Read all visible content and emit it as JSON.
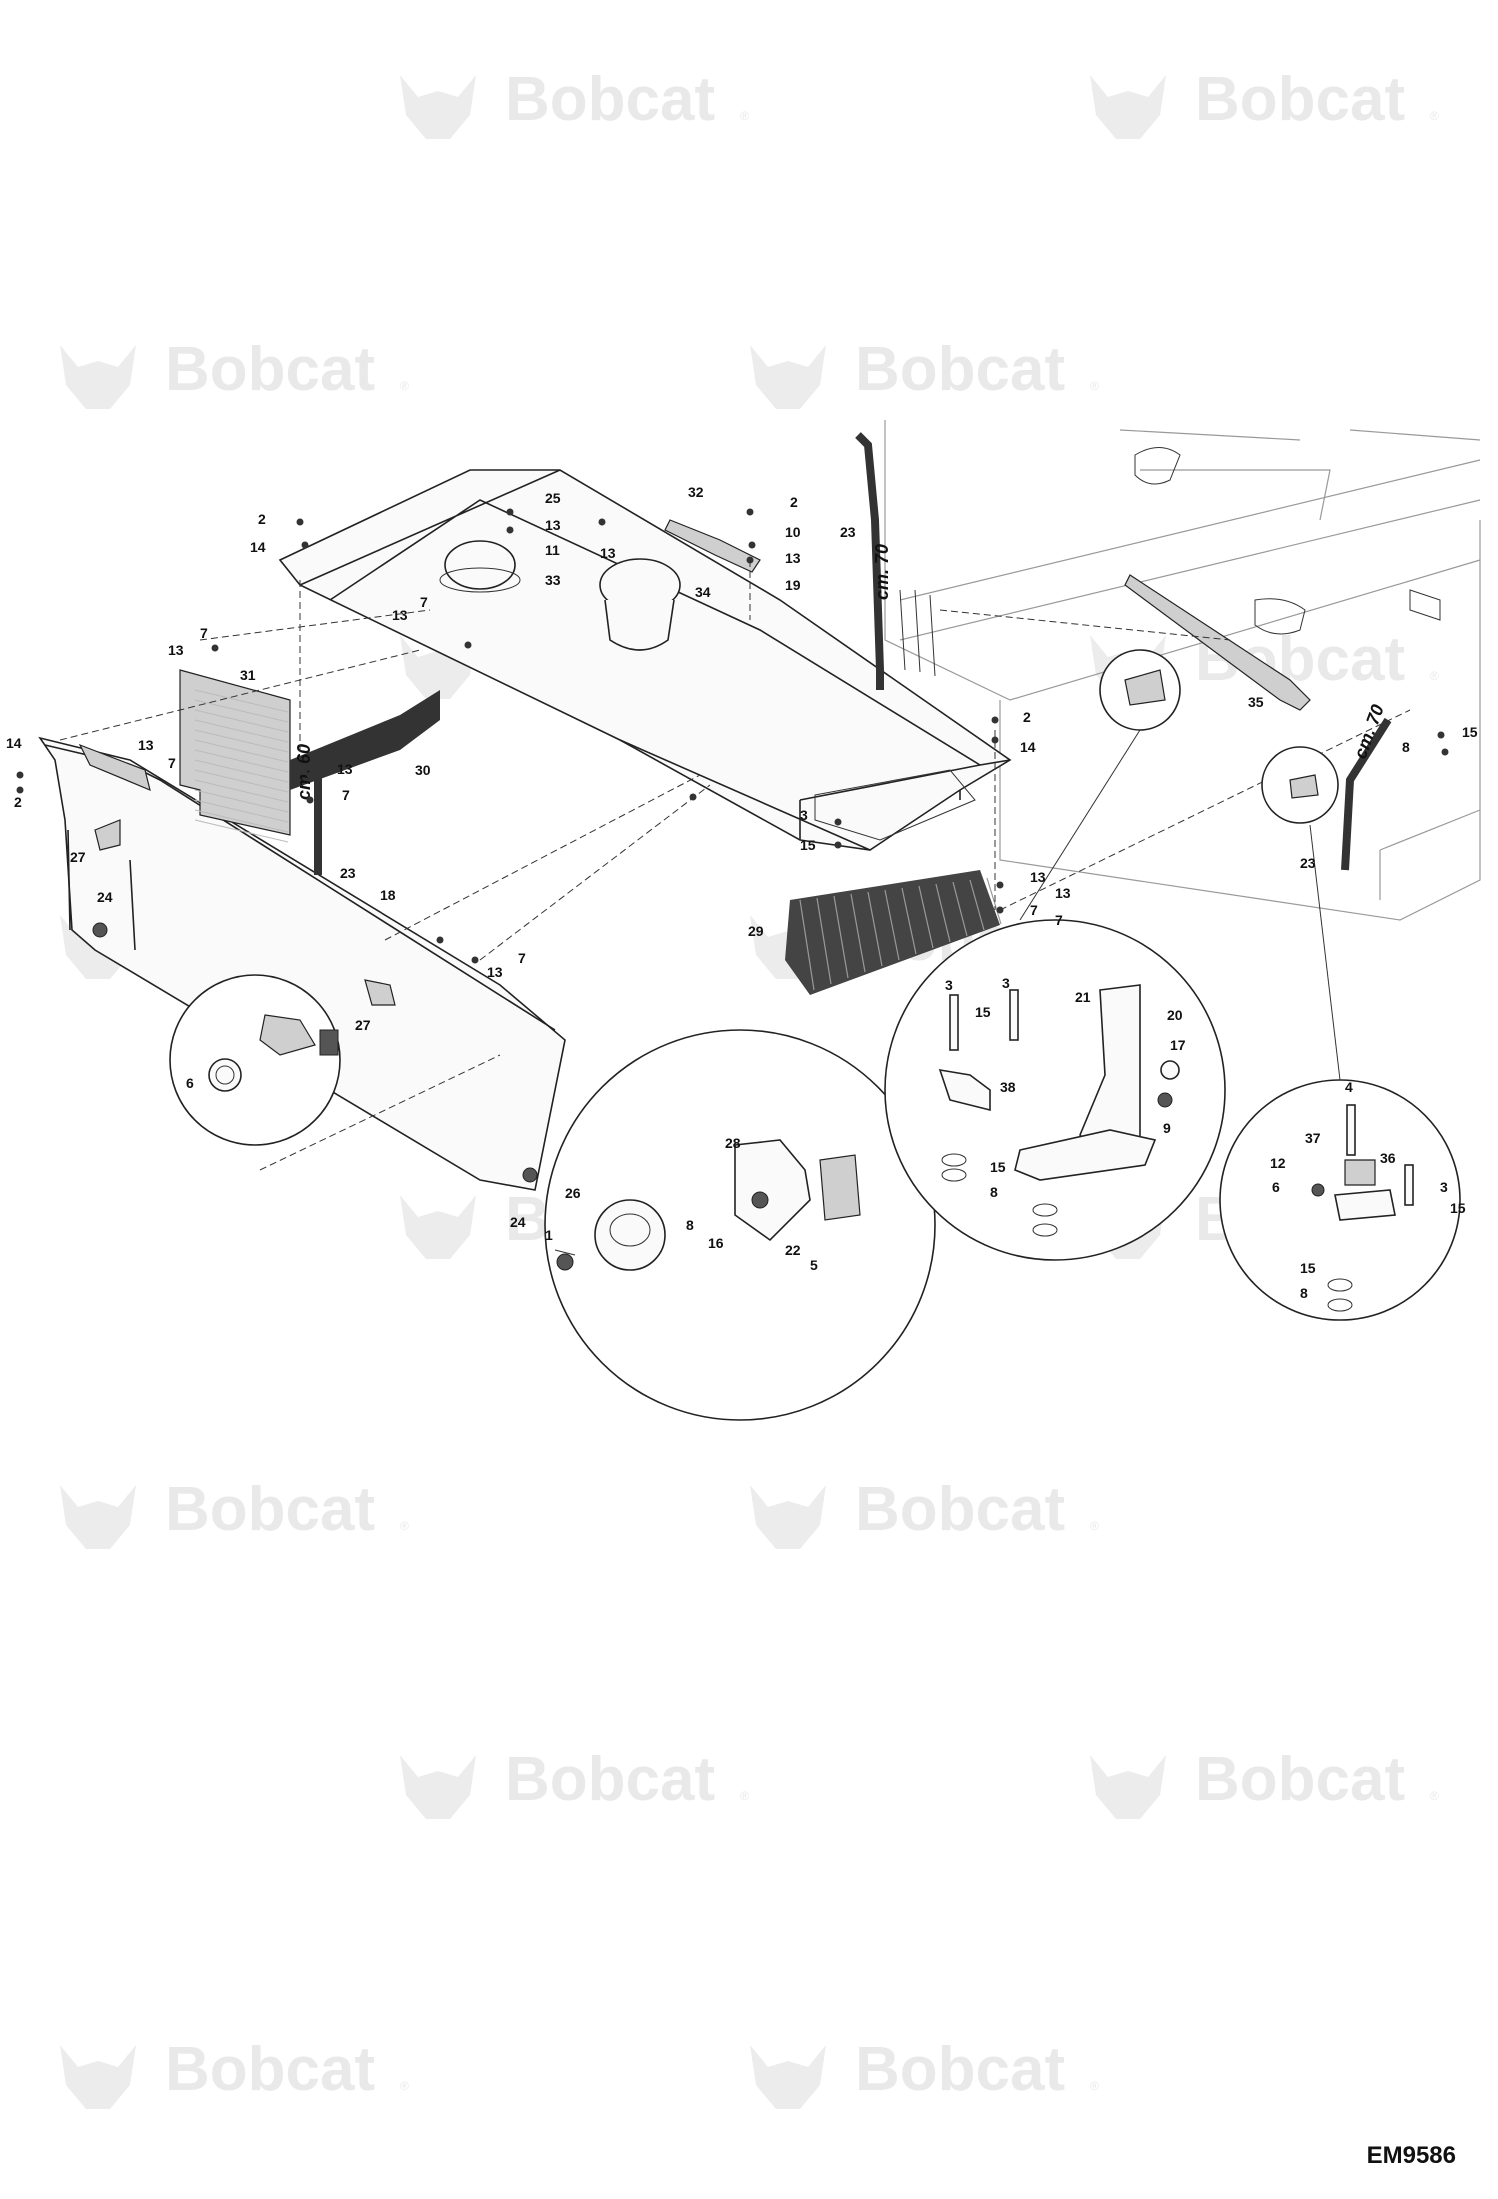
{
  "watermark": {
    "brand_text": "Bobcat",
    "reg_mark": "®"
  },
  "diagram": {
    "code": "EM9586",
    "rod_labels": {
      "left": "cm. 60",
      "top_right": "cm. 70",
      "mid_right": "cm. 70"
    },
    "callouts": [
      {
        "id": "c1",
        "text": "2"
      },
      {
        "id": "c2",
        "text": "14"
      },
      {
        "id": "c3",
        "text": "25"
      },
      {
        "id": "c4",
        "text": "13"
      },
      {
        "id": "c5",
        "text": "11"
      },
      {
        "id": "c6",
        "text": "13"
      },
      {
        "id": "c7",
        "text": "33"
      },
      {
        "id": "c8",
        "text": "32"
      },
      {
        "id": "c9",
        "text": "2"
      },
      {
        "id": "c10",
        "text": "10"
      },
      {
        "id": "c11",
        "text": "13"
      },
      {
        "id": "c12",
        "text": "34"
      },
      {
        "id": "c13",
        "text": "19"
      },
      {
        "id": "c14",
        "text": "23"
      },
      {
        "id": "c15",
        "text": "13"
      },
      {
        "id": "c16",
        "text": "7"
      },
      {
        "id": "c17",
        "text": "13"
      },
      {
        "id": "c18",
        "text": "7"
      },
      {
        "id": "c19",
        "text": "31"
      },
      {
        "id": "c20",
        "text": "30"
      },
      {
        "id": "c21",
        "text": "13"
      },
      {
        "id": "c22",
        "text": "7"
      },
      {
        "id": "c23",
        "text": "14"
      },
      {
        "id": "c24",
        "text": "2"
      },
      {
        "id": "c25",
        "text": "13"
      },
      {
        "id": "c26",
        "text": "7"
      },
      {
        "id": "c27",
        "text": "27"
      },
      {
        "id": "c28",
        "text": "23"
      },
      {
        "id": "c29",
        "text": "24"
      },
      {
        "id": "c30",
        "text": "18"
      },
      {
        "id": "c31",
        "text": "7"
      },
      {
        "id": "c32",
        "text": "13"
      },
      {
        "id": "c33",
        "text": "27"
      },
      {
        "id": "c34",
        "text": "6"
      },
      {
        "id": "c35",
        "text": "24"
      },
      {
        "id": "c36",
        "text": "2"
      },
      {
        "id": "c37",
        "text": "14"
      },
      {
        "id": "c38",
        "text": "3"
      },
      {
        "id": "c39",
        "text": "15"
      },
      {
        "id": "c40",
        "text": "13"
      },
      {
        "id": "c41",
        "text": "7"
      },
      {
        "id": "c42",
        "text": "29"
      },
      {
        "id": "c43",
        "text": "35"
      },
      {
        "id": "c44",
        "text": "15"
      },
      {
        "id": "c45",
        "text": "8"
      },
      {
        "id": "c46",
        "text": "23"
      },
      {
        "id": "c47",
        "text": "13"
      },
      {
        "id": "c48",
        "text": "7"
      },
      {
        "id": "c49",
        "text": "3"
      },
      {
        "id": "c50",
        "text": "3"
      },
      {
        "id": "c51",
        "text": "15"
      },
      {
        "id": "c52",
        "text": "21"
      },
      {
        "id": "c53",
        "text": "20"
      },
      {
        "id": "c54",
        "text": "17"
      },
      {
        "id": "c55",
        "text": "38"
      },
      {
        "id": "c56",
        "text": "9"
      },
      {
        "id": "c57",
        "text": "15"
      },
      {
        "id": "c58",
        "text": "8"
      },
      {
        "id": "c59",
        "text": "4"
      },
      {
        "id": "c60",
        "text": "37"
      },
      {
        "id": "c61",
        "text": "36"
      },
      {
        "id": "c62",
        "text": "12"
      },
      {
        "id": "c63",
        "text": "3"
      },
      {
        "id": "c64",
        "text": "6"
      },
      {
        "id": "c65",
        "text": "15"
      },
      {
        "id": "c66",
        "text": "15"
      },
      {
        "id": "c67",
        "text": "8"
      },
      {
        "id": "c68",
        "text": "28"
      },
      {
        "id": "c69",
        "text": "26"
      },
      {
        "id": "c70",
        "text": "1"
      },
      {
        "id": "c71",
        "text": "8"
      },
      {
        "id": "c72",
        "text": "16"
      },
      {
        "id": "c73",
        "text": "22"
      },
      {
        "id": "c74",
        "text": "5"
      }
    ]
  }
}
